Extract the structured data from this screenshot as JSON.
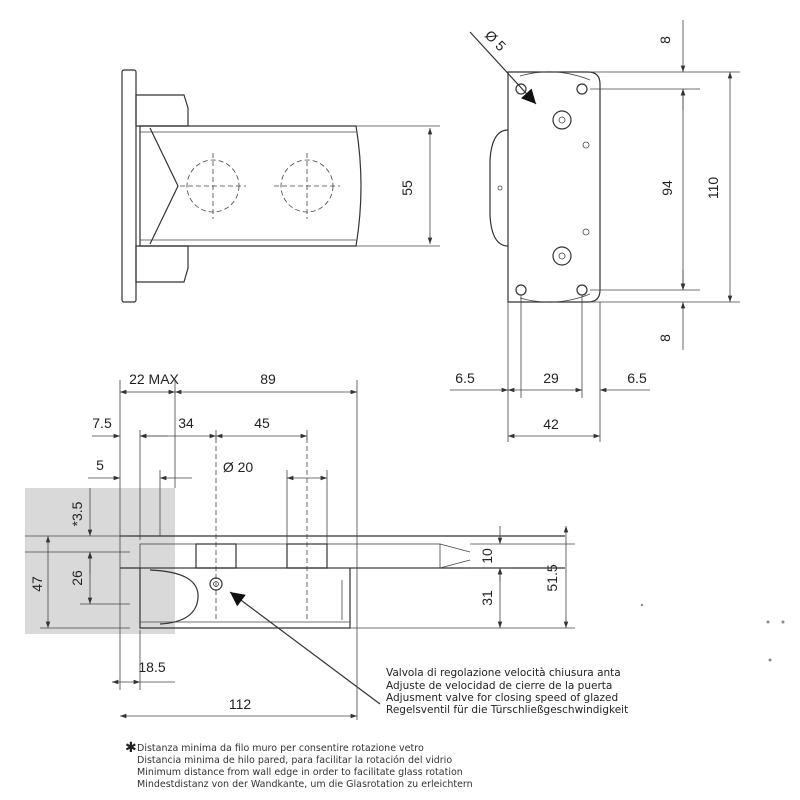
{
  "dimensions": {
    "top_height": "55",
    "hole_dia": "Ø 5",
    "top_margin": "8",
    "bottom_margin": "8",
    "hole_spacing": "94",
    "total_height": "110",
    "offset_left": "6.5",
    "hole_pitch": "29",
    "offset_right": "6.5",
    "width": "42",
    "wall_max": "22 MAX",
    "length_89": "89",
    "d_7_5": "7.5",
    "d_34": "34",
    "d_45": "45",
    "d_5": "5",
    "glass_hole": "Ø 20",
    "d_3_5": "*3.5",
    "d_47": "47",
    "d_26": "26",
    "d_10": "10",
    "d_31": "31",
    "d_51_5": "51.5",
    "d_18_5": "18.5",
    "d_112": "112"
  },
  "valve_note": [
    "Valvola di regolazione velocità chiusura anta",
    "Adjuste de velocidad de cierre de la puerta",
    "Adjusment valve for closing speed of glazed",
    "Regelsventil für die Türschließgeschwindigkeit"
  ],
  "footnote_symbol": "✱",
  "footnote": [
    "Distanza minima da filo muro per consentire rotazione vetro",
    "Distancia minima de hilo pared, para facilitar la rotación del vidrio",
    "Minimum distance from wall edge in order to facilitate glass rotation",
    "Mindestdistanz von der Wandkante, um die Glasrotation zu erleichtern"
  ]
}
